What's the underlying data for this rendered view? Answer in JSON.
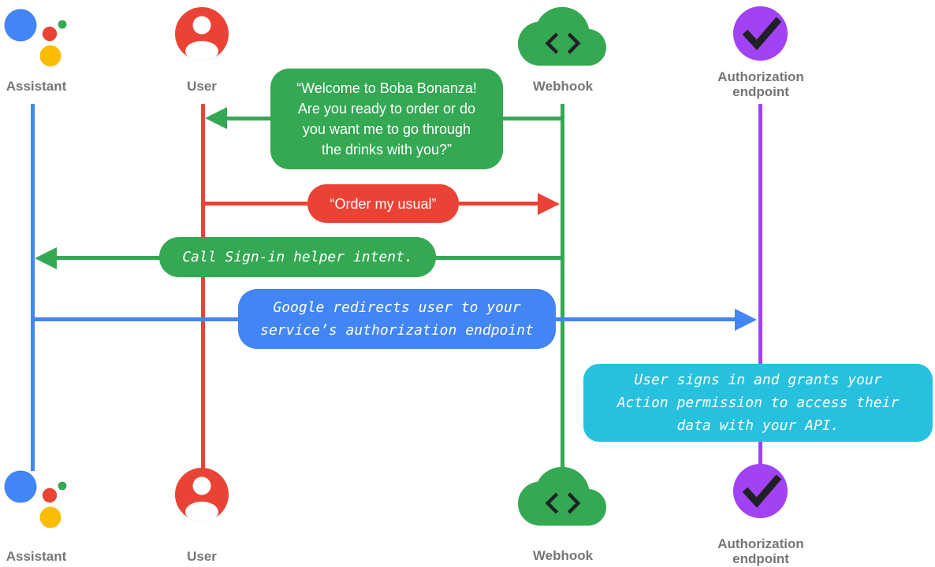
{
  "colors": {
    "assistant_blue": "#4285F4",
    "user_red": "#EA4335",
    "webhook_green": "#34A853",
    "auth_purple": "#A142F4",
    "note_cyan": "#27C0DE",
    "logo_yellow": "#FBBC04",
    "label_gray": "#757575",
    "icon_dark": "#202124"
  },
  "actors": {
    "assistant": {
      "label": "Assistant"
    },
    "user": {
      "label": "User"
    },
    "webhook": {
      "label": "Webhook"
    },
    "authorization": {
      "label": "Authorization\nendpoint"
    }
  },
  "messages": [
    {
      "from": "Webhook",
      "to": "User",
      "kind": "speech-bubble",
      "color": "#34A853",
      "text": "“Welcome to Boba Bonanza!\nAre you ready to order or do\nyou want me to go through\nthe drinks with you?”"
    },
    {
      "from": "User",
      "to": "Webhook",
      "kind": "speech-bubble",
      "color": "#EA4335",
      "text": "“Order my usual”"
    },
    {
      "from": "Webhook",
      "to": "Assistant",
      "kind": "action",
      "color": "#34A853",
      "text": "Call Sign-in helper intent."
    },
    {
      "from": "Assistant",
      "to": "Authorization endpoint",
      "kind": "action",
      "color": "#4285F4",
      "text": "Google redirects user to your\nservice’s authorization endpoint"
    },
    {
      "kind": "note",
      "at": "Authorization endpoint",
      "color": "#27C0DE",
      "text": "User signs in and grants your\nAction permission to access their\ndata with your API."
    }
  ]
}
